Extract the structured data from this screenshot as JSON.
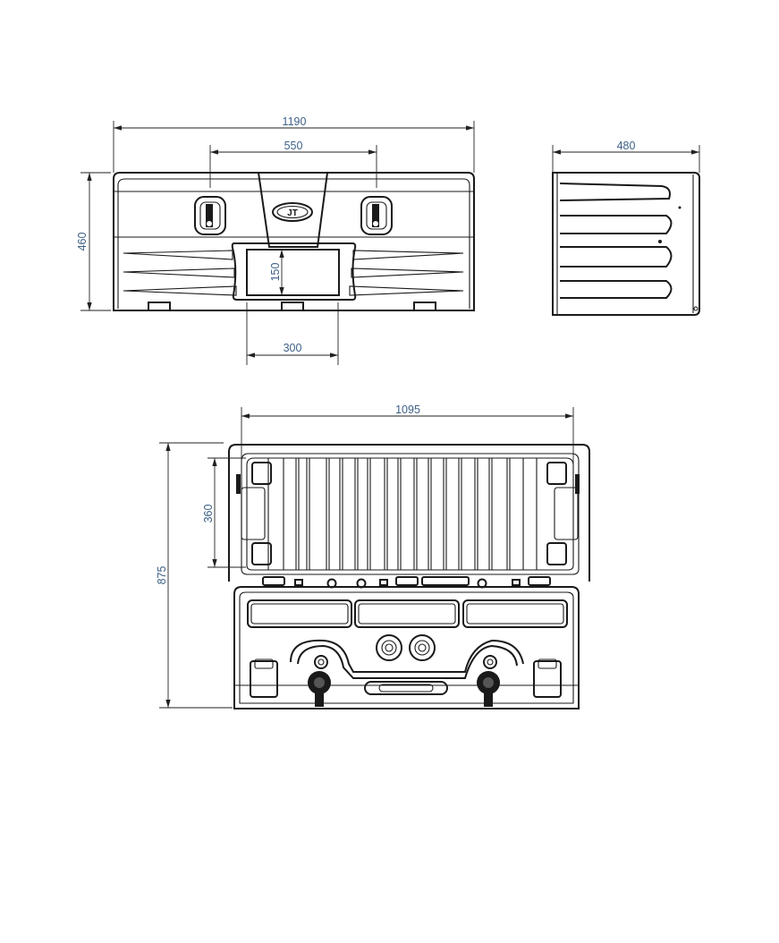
{
  "title": "Tool box dimension drawing",
  "views": {
    "front": {
      "width": "1190",
      "lock_spacing": "550",
      "height": "460",
      "window_height": "150",
      "window_width": "300"
    },
    "side": {
      "depth": "480"
    },
    "top": {
      "inner_width": "1095",
      "overall_depth": "875",
      "lid_depth": "360"
    }
  },
  "logo_text": "JT",
  "colors": {
    "dimension_text": "#3f6187",
    "outline": "#1a1a1a"
  }
}
